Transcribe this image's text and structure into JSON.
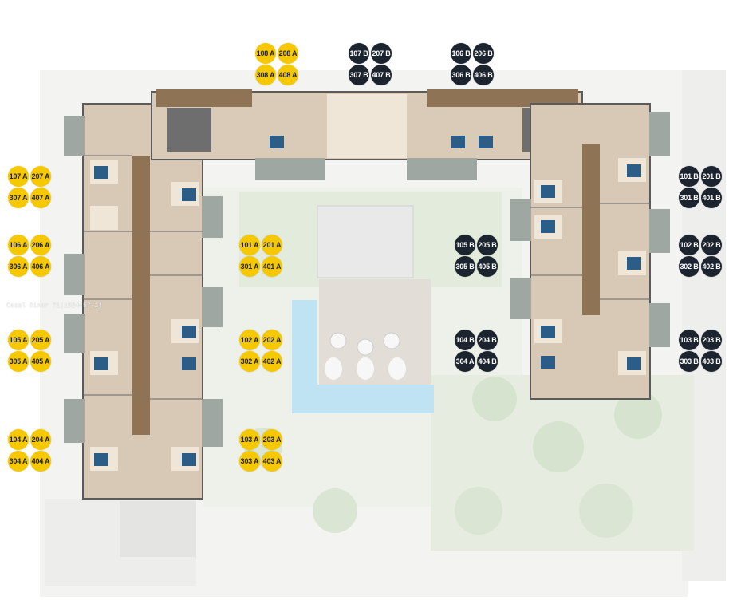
{
  "colors": {
    "tower_a": "#f5c800",
    "tower_b": "#1c2430"
  },
  "watermark": "Cezal Dinar 71|1924457-14",
  "units": [
    {
      "label": "108 A",
      "tower": "a"
    },
    {
      "label": "208 A",
      "tower": "a"
    },
    {
      "label": "308 A",
      "tower": "a"
    },
    {
      "label": "408 A",
      "tower": "a"
    },
    {
      "label": "107 B",
      "tower": "b"
    },
    {
      "label": "207 B",
      "tower": "b"
    },
    {
      "label": "307 B",
      "tower": "b"
    },
    {
      "label": "407 B",
      "tower": "b"
    },
    {
      "label": "106 B",
      "tower": "b"
    },
    {
      "label": "206 B",
      "tower": "b"
    },
    {
      "label": "306 B",
      "tower": "b"
    },
    {
      "label": "406 B",
      "tower": "b"
    },
    {
      "label": "107 A",
      "tower": "a"
    },
    {
      "label": "207 A",
      "tower": "a"
    },
    {
      "label": "307 A",
      "tower": "a"
    },
    {
      "label": "407 A",
      "tower": "a"
    },
    {
      "label": "101 B",
      "tower": "b"
    },
    {
      "label": "201 B",
      "tower": "b"
    },
    {
      "label": "301 B",
      "tower": "b"
    },
    {
      "label": "401 B",
      "tower": "b"
    },
    {
      "label": "106 A",
      "tower": "a"
    },
    {
      "label": "206 A",
      "tower": "a"
    },
    {
      "label": "306 A",
      "tower": "a"
    },
    {
      "label": "406 A",
      "tower": "a"
    },
    {
      "label": "101 A",
      "tower": "a"
    },
    {
      "label": "201 A",
      "tower": "a"
    },
    {
      "label": "301 A",
      "tower": "a"
    },
    {
      "label": "401 A",
      "tower": "a"
    },
    {
      "label": "105 B",
      "tower": "b"
    },
    {
      "label": "205 B",
      "tower": "b"
    },
    {
      "label": "305 B",
      "tower": "b"
    },
    {
      "label": "405 B",
      "tower": "b"
    },
    {
      "label": "102 B",
      "tower": "b"
    },
    {
      "label": "202 B",
      "tower": "b"
    },
    {
      "label": "302 B",
      "tower": "b"
    },
    {
      "label": "402 B",
      "tower": "b"
    },
    {
      "label": "105 A",
      "tower": "a"
    },
    {
      "label": "205 A",
      "tower": "a"
    },
    {
      "label": "305 A",
      "tower": "a"
    },
    {
      "label": "405 A",
      "tower": "a"
    },
    {
      "label": "102 A",
      "tower": "a"
    },
    {
      "label": "202 A",
      "tower": "a"
    },
    {
      "label": "302 A",
      "tower": "a"
    },
    {
      "label": "402 A",
      "tower": "a"
    },
    {
      "label": "104 B",
      "tower": "b"
    },
    {
      "label": "204 B",
      "tower": "b"
    },
    {
      "label": "304 A",
      "tower": "b"
    },
    {
      "label": "404 B",
      "tower": "b"
    },
    {
      "label": "103 B",
      "tower": "b"
    },
    {
      "label": "203 B",
      "tower": "b"
    },
    {
      "label": "303 B",
      "tower": "b"
    },
    {
      "label": "403 B",
      "tower": "b"
    },
    {
      "label": "104 A",
      "tower": "a"
    },
    {
      "label": "204 A",
      "tower": "a"
    },
    {
      "label": "304 A",
      "tower": "a"
    },
    {
      "label": "404 A",
      "tower": "a"
    },
    {
      "label": "103 A",
      "tower": "a"
    },
    {
      "label": "203 A",
      "tower": "a"
    },
    {
      "label": "303 A",
      "tower": "a"
    },
    {
      "label": "403 A",
      "tower": "a"
    }
  ]
}
